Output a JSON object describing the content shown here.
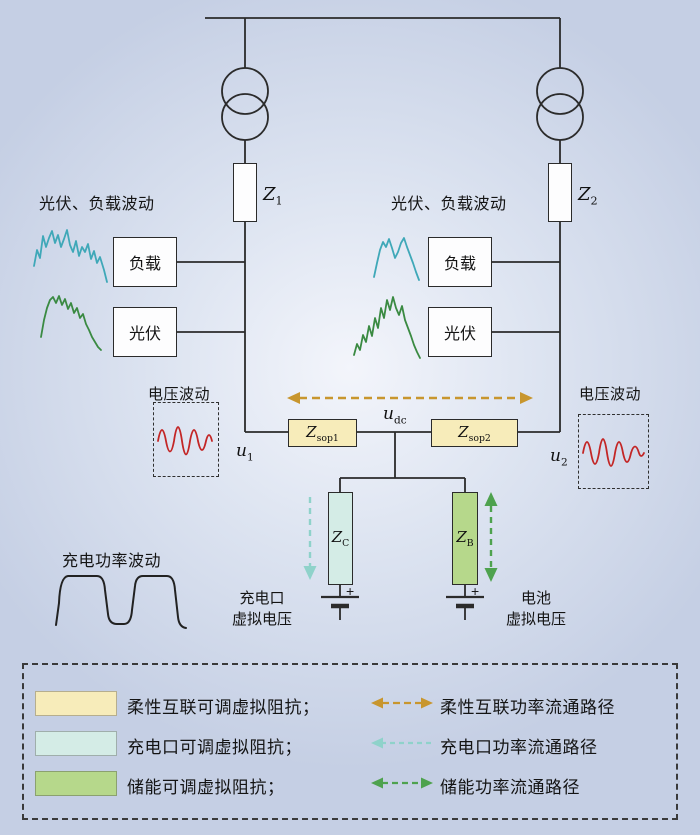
{
  "colors": {
    "yellow_impedance": "#f7ecba",
    "cyan_impedance": "#d4ece6",
    "green_impedance": "#b6d88b",
    "orange_arrow": "#c8962e",
    "cyan_arrow": "#8fd2ca",
    "green_arrow": "#4ea24e",
    "red_wave": "#c32626",
    "teal_wave": "#3fa8b8",
    "green_wave": "#3a8a42",
    "line": "#2b2b2b"
  },
  "branches": {
    "left": {
      "fluct_label": "光伏、负载波动",
      "z": "Z",
      "z_sub": "1",
      "load": "负载",
      "pv": "光伏"
    },
    "right": {
      "fluct_label": "光伏、负载波动",
      "z": "Z",
      "z_sub": "2",
      "load": "负载",
      "pv": "光伏"
    }
  },
  "middle": {
    "u1": "u",
    "u1_sub": "1",
    "udc": "u",
    "udc_sub": "dc",
    "u2": "u",
    "u2_sub": "2",
    "zsop1": "Z",
    "zsop1_sub": "sop1",
    "zsop2": "Z",
    "zsop2_sub": "sop2",
    "voltage_fluct_left": "电压波动",
    "voltage_fluct_right": "电压波动"
  },
  "lower": {
    "zc": "Z",
    "zc_sub": "C",
    "zb": "Z",
    "zb_sub": "B",
    "charge_power_fluct": "充电功率波动",
    "charger_line1": "充电口",
    "charger_line2": "虚拟电压",
    "battery_line1": "电池",
    "battery_line2": "虚拟电压",
    "plus": "+"
  },
  "legend": {
    "rows": [
      {
        "swatch": "柔性互联可调虚拟阻抗；",
        "path": "柔性互联功率流通路径"
      },
      {
        "swatch": "充电口可调虚拟阻抗；",
        "path": "充电口功率流通路径"
      },
      {
        "swatch": "储能可调虚拟阻抗；",
        "path": "储能功率流通路径"
      }
    ]
  }
}
